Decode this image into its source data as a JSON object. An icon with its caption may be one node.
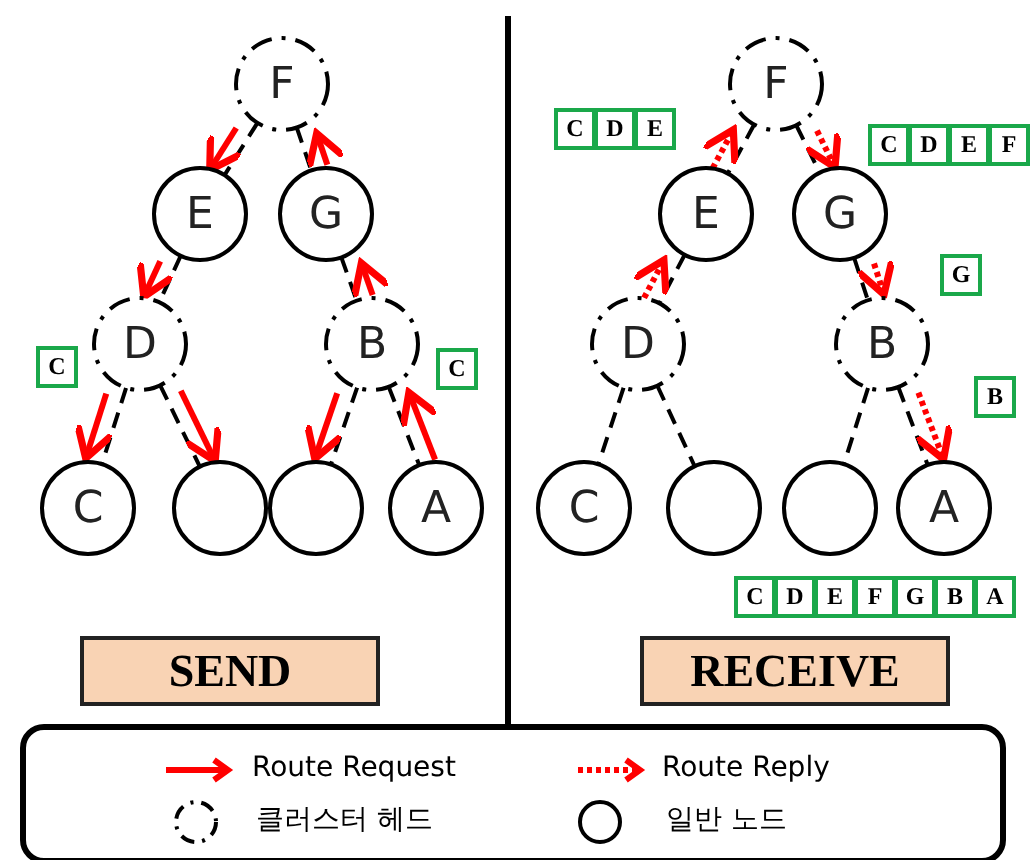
{
  "diagram": {
    "nodes": [
      {
        "text": [
          "F"
        ]
      },
      {
        "text": [
          "E"
        ]
      },
      {
        "text": [
          "G"
        ]
      },
      {
        "text": [
          "D"
        ]
      },
      {
        "text": [
          "B"
        ]
      },
      {
        "text": [
          "C"
        ]
      },
      {
        "text": [],
        "shape": "circle"
      },
      {
        "text": [],
        "shape": "circle"
      },
      {
        "text": [
          "A"
        ]
      },
      {
        "text": [
          "F"
        ]
      },
      {
        "text": [
          "E"
        ]
      },
      {
        "text": [
          "G"
        ]
      },
      {
        "text": [
          "D"
        ]
      },
      {
        "text": [
          "B"
        ]
      },
      {
        "text": [
          "C"
        ]
      },
      {
        "text": [],
        "shape": "circle"
      },
      {
        "text": [],
        "shape": "circle"
      },
      {
        "text": [
          "A"
        ]
      },
      {
        "text": [
          "SEND"
        ]
      },
      {
        "text": [
          "RECEIVE"
        ]
      }
    ],
    "edges": [
      {
        "from": 0,
        "to": 1,
        "arrow": "none",
        "style": "dashed"
      },
      {
        "from": 0,
        "to": 2,
        "arrow": "none",
        "style": "dashed"
      },
      {
        "from": 1,
        "to": 3,
        "arrow": "none",
        "style": "dashed"
      },
      {
        "from": 2,
        "to": 4,
        "arrow": "none",
        "style": "dashed"
      },
      {
        "from": 3,
        "to": 5,
        "arrow": "none",
        "style": "dashed"
      },
      {
        "from": 3,
        "to": 6,
        "arrow": "none",
        "style": "dashed"
      },
      {
        "from": 4,
        "to": 7,
        "arrow": "none",
        "style": "dashed"
      },
      {
        "from": 4,
        "to": 8,
        "arrow": "none",
        "style": "dashed"
      },
      {
        "from": 9,
        "to": 10,
        "arrow": "none",
        "style": "dashed"
      },
      {
        "from": 9,
        "to": 11,
        "arrow": "none",
        "style": "dashed"
      },
      {
        "from": 10,
        "to": 12,
        "arrow": "none",
        "style": "dashed"
      },
      {
        "from": 11,
        "to": 13,
        "arrow": "none",
        "style": "dashed"
      },
      {
        "from": 12,
        "to": 14,
        "arrow": "none",
        "style": "dashed"
      },
      {
        "from": 12,
        "to": 15,
        "arrow": "none",
        "style": "dashed"
      },
      {
        "from": 13,
        "to": 16,
        "arrow": "none",
        "style": "dashed"
      },
      {
        "from": 13,
        "to": 17,
        "arrow": "none",
        "style": "dashed"
      },
      {
        "from": 0,
        "to": 1,
        "arrow": "to",
        "color": "#ff0000"
      },
      {
        "from": 1,
        "to": 3,
        "arrow": "to",
        "color": "#ff0000"
      },
      {
        "from": 3,
        "to": 5,
        "arrow": "to",
        "color": "#ff0000"
      },
      {
        "from": 3,
        "to": 6,
        "arrow": "to",
        "color": "#ff0000"
      },
      {
        "from": 4,
        "to": 7,
        "arrow": "to",
        "color": "#ff0000"
      },
      {
        "from": 8,
        "to": 4,
        "arrow": "to",
        "color": "#ff0000"
      },
      {
        "from": 4,
        "to": 2,
        "arrow": "to",
        "color": "#ff0000"
      },
      {
        "from": 2,
        "to": 0,
        "arrow": "to",
        "color": "#ff0000"
      },
      {
        "from": 12,
        "to": 10,
        "arrow": "to",
        "style": "dashed",
        "color": "#ff0000"
      },
      {
        "from": 10,
        "to": 9,
        "arrow": "to",
        "style": "dashed",
        "color": "#ff0000"
      },
      {
        "from": 9,
        "to": 11,
        "arrow": "to",
        "style": "dashed",
        "color": "#ff0000"
      },
      {
        "from": 11,
        "to": 13,
        "arrow": "to",
        "style": "dashed",
        "color": "#ff0000"
      },
      {
        "from": 13,
        "to": 17,
        "arrow": "to",
        "style": "dashed",
        "color": "#ff0000"
      }
    ],
    "labels": [
      "C",
      "D",
      "E",
      "C",
      "D",
      "E",
      "F",
      "G",
      "C",
      "C",
      "B",
      "C",
      "D",
      "E",
      "F",
      "G",
      "B",
      "A"
    ],
    "legend": [
      {
        "text": "Route Request"
      },
      {
        "text": "Route Reply"
      },
      {
        "text": "클러스터 헤드"
      },
      {
        "text": "일반 노드"
      }
    ]
  }
}
